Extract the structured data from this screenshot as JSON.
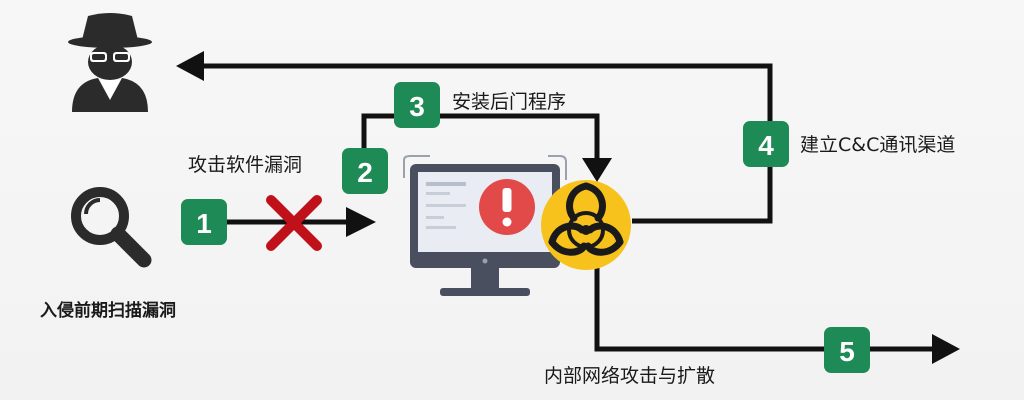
{
  "steps": [
    {
      "number": "1",
      "label": ""
    },
    {
      "number": "2",
      "label": "攻击软件漏洞"
    },
    {
      "number": "3",
      "label": "安装后门程序"
    },
    {
      "number": "4",
      "label": "建立C&C通讯渠道"
    },
    {
      "number": "5",
      "label": "内部网络攻击与扩散"
    }
  ],
  "scan_label": "入侵前期扫描漏洞",
  "alert_mark": "!",
  "colors": {
    "badge": "#1e8a56",
    "arrow": "#111111",
    "cross": "#c0111a",
    "biohazard": "#f7c21b",
    "alert": "#e24a4a",
    "screen": "#4a4f60",
    "icon_dark": "#2b2b2b"
  }
}
